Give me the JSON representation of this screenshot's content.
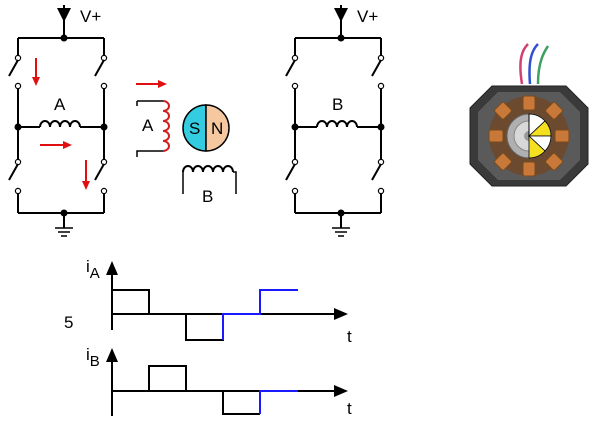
{
  "supply_label_left": "V+",
  "supply_label_right": "V+",
  "coil_a_label": "A",
  "coil_b_label": "B",
  "rotor_south_label": "S",
  "rotor_north_label": "N",
  "motor_coil_a_label": "A",
  "motor_coil_b_label": "B",
  "graph_a_ylabel_main": "i",
  "graph_a_ylabel_sub": "A",
  "graph_b_ylabel_main": "i",
  "graph_b_ylabel_sub": "B",
  "graph_a_t_label": "t",
  "graph_b_t_label": "t",
  "step_number_label": "5",
  "colors": {
    "current_arrow": "#e01010",
    "rotor_south": "#33cce0",
    "rotor_north": "#f5c8a0",
    "current_highlight": "#1a1aff",
    "coil_a_red": "#d02020"
  },
  "photo": {
    "description_icon": "stepper-motor-photo-icon"
  }
}
